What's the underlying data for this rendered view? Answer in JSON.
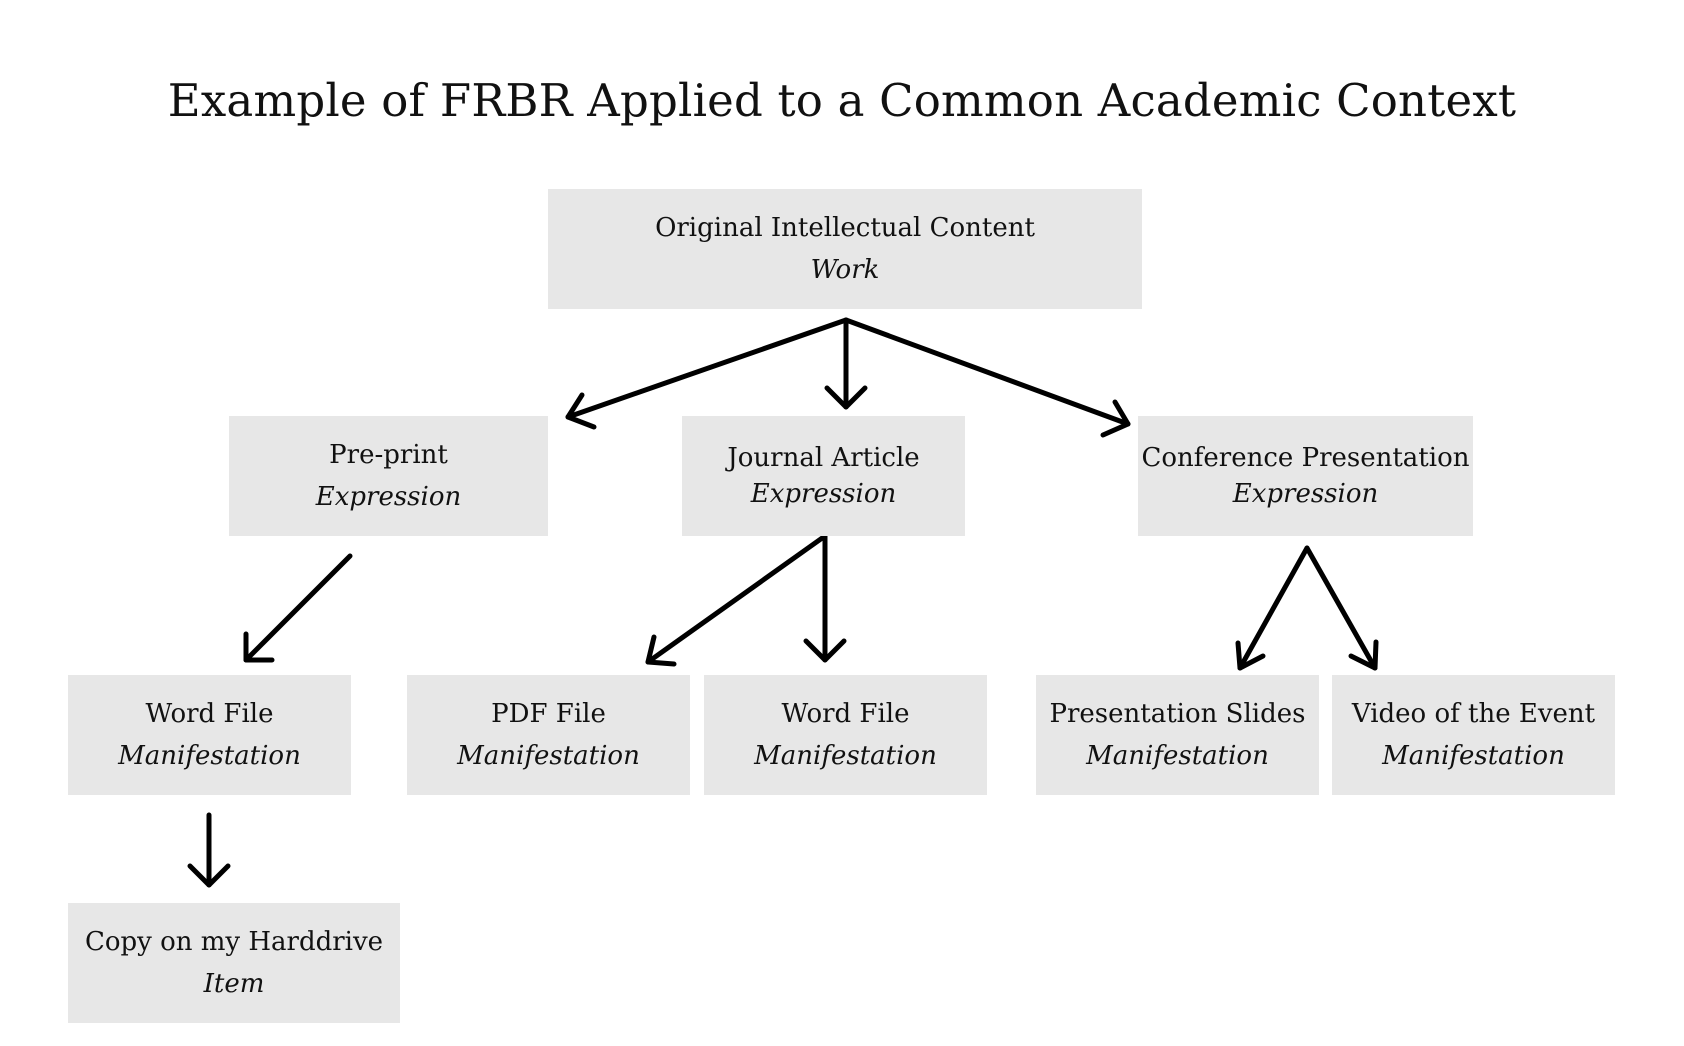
{
  "diagram": {
    "title": "Example of FRBR Applied to a Common Academic Context",
    "nodes": {
      "work": {
        "name": "Original Intellectual Content",
        "level": "Work"
      },
      "preprint": {
        "name": "Pre-print",
        "level": "Expression"
      },
      "journal_article": {
        "name": "Journal Article",
        "level": "Expression"
      },
      "conference_presentation": {
        "name": "Conference Presentation",
        "level": "Expression"
      },
      "word_file_preprint": {
        "name": "Word File",
        "level": "Manifestation"
      },
      "pdf_file": {
        "name": "PDF File",
        "level": "Manifestation"
      },
      "word_file_article": {
        "name": "Word File",
        "level": "Manifestation"
      },
      "presentation_slides": {
        "name": "Presentation Slides",
        "level": "Manifestation"
      },
      "video_of_event": {
        "name": "Video of the Event",
        "level": "Manifestation"
      },
      "copy_on_harddrive": {
        "name": "Copy on my Harddrive",
        "level": "Item"
      }
    },
    "edges": [
      [
        "work",
        "preprint"
      ],
      [
        "work",
        "journal_article"
      ],
      [
        "work",
        "conference_presentation"
      ],
      [
        "preprint",
        "word_file_preprint"
      ],
      [
        "journal_article",
        "pdf_file"
      ],
      [
        "journal_article",
        "word_file_article"
      ],
      [
        "conference_presentation",
        "presentation_slides"
      ],
      [
        "conference_presentation",
        "video_of_event"
      ],
      [
        "word_file_preprint",
        "copy_on_harddrive"
      ]
    ]
  }
}
